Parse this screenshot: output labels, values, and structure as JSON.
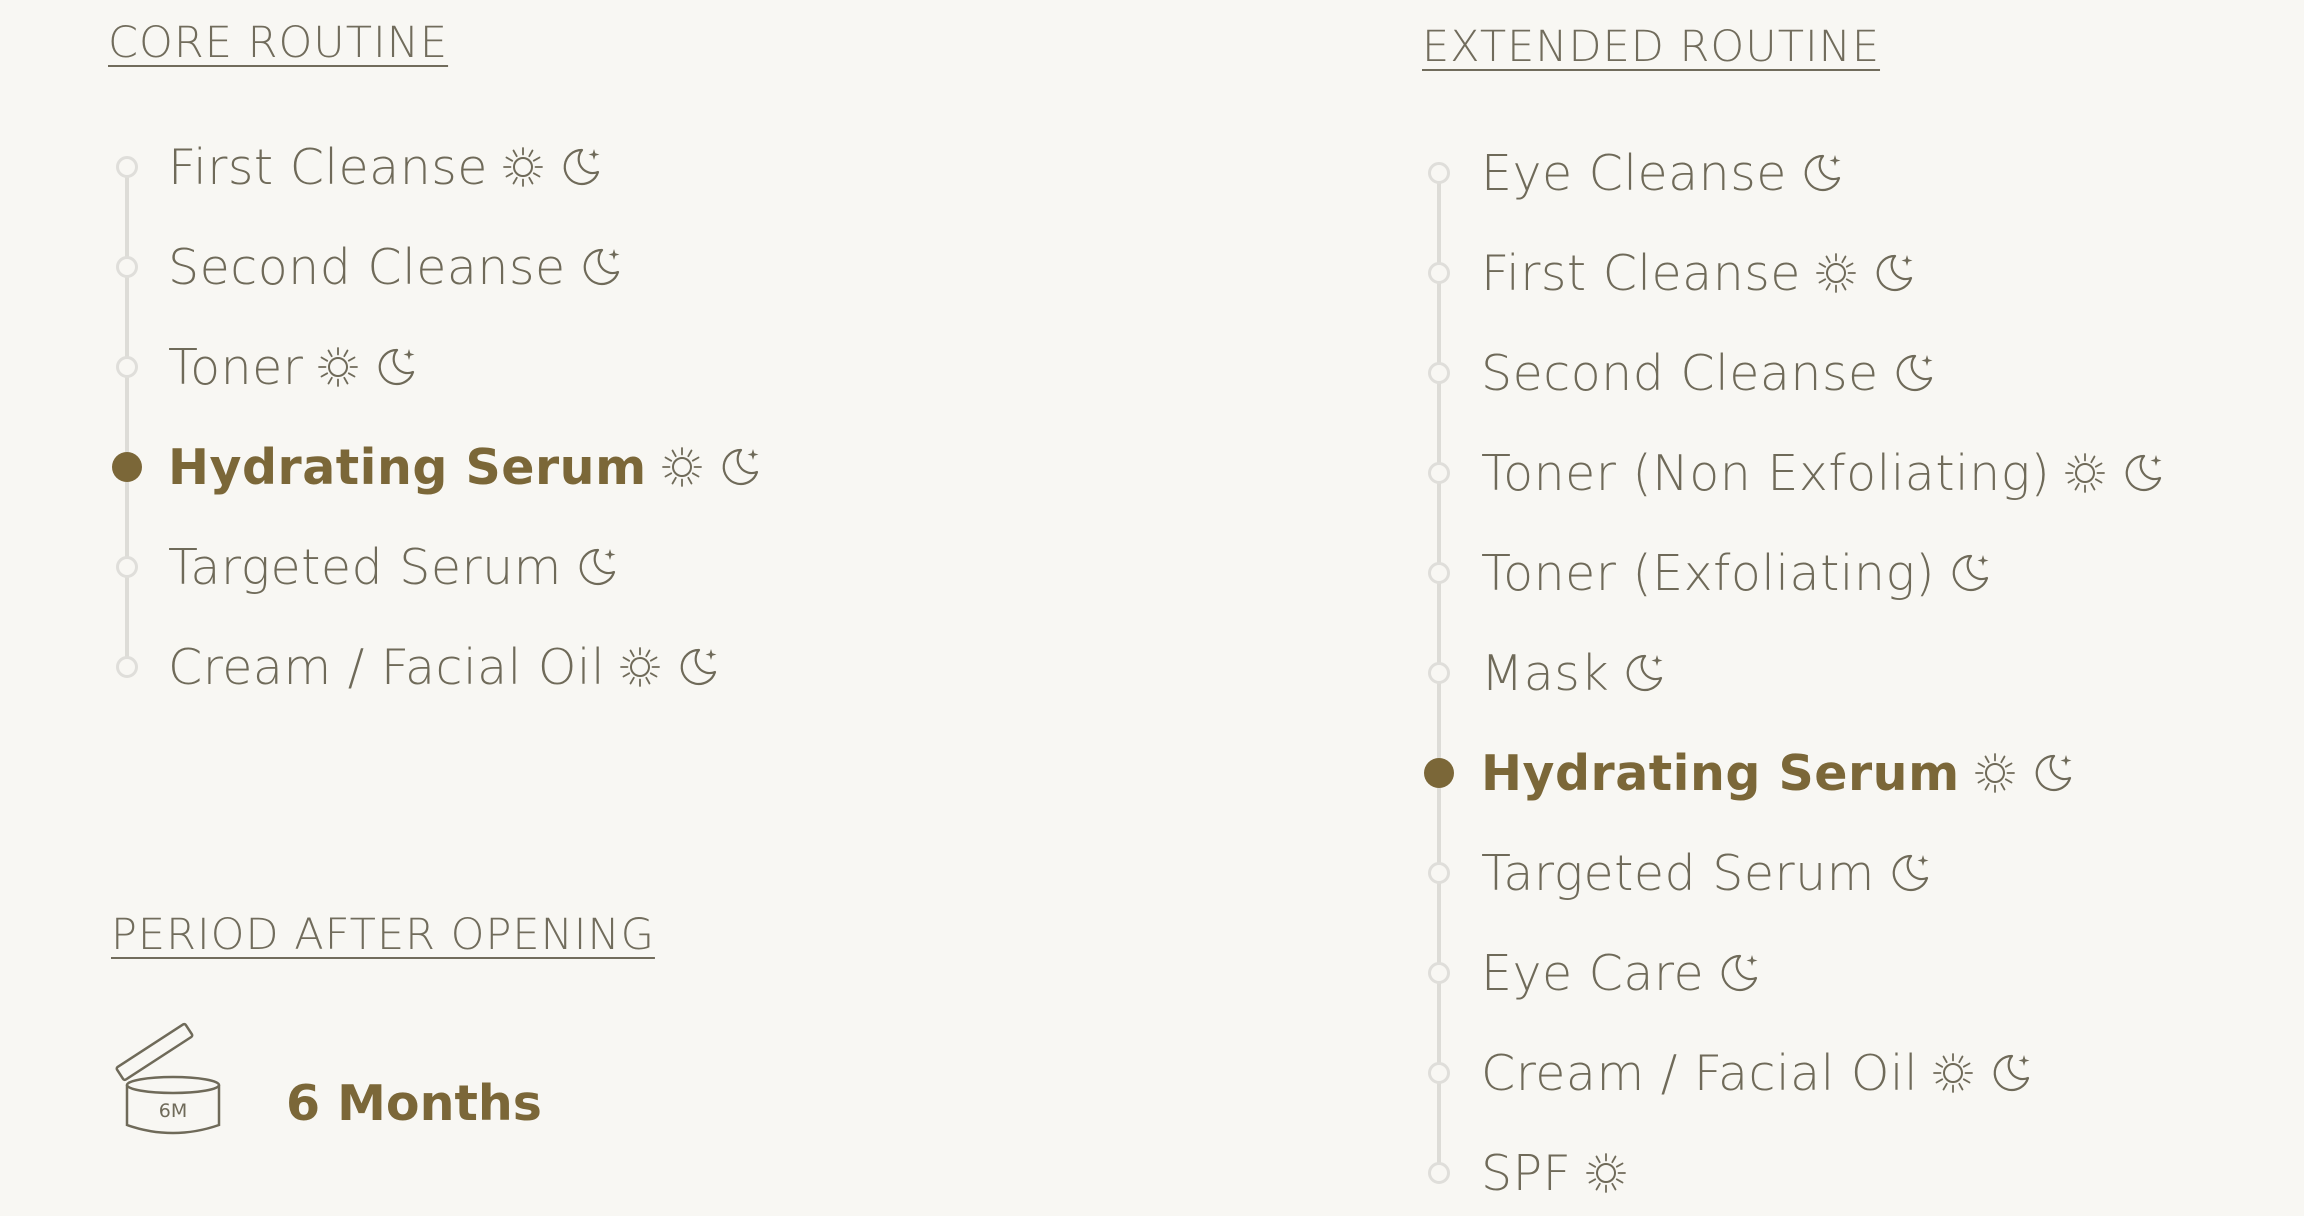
{
  "core_routine": {
    "title": "CORE ROUTINE",
    "steps": [
      {
        "label": "First Cleanse",
        "icons": [
          "sun-icon",
          "moon-icon"
        ],
        "active": false
      },
      {
        "label": "Second Cleanse",
        "icons": [
          "moon-icon"
        ],
        "active": false
      },
      {
        "label": "Toner",
        "icons": [
          "sun-icon",
          "moon-icon"
        ],
        "active": false
      },
      {
        "label": "Hydrating Serum",
        "icons": [
          "sun-icon",
          "moon-icon"
        ],
        "active": true
      },
      {
        "label": "Targeted Serum",
        "icons": [
          "moon-icon"
        ],
        "active": false
      },
      {
        "label": "Cream / Facial Oil",
        "icons": [
          "sun-icon",
          "moon-icon"
        ],
        "active": false
      }
    ]
  },
  "extended_routine": {
    "title": "EXTENDED ROUTINE",
    "steps": [
      {
        "label": "Eye Cleanse",
        "icons": [
          "moon-icon"
        ],
        "active": false
      },
      {
        "label": "First Cleanse",
        "icons": [
          "sun-icon",
          "moon-icon"
        ],
        "active": false
      },
      {
        "label": "Second Cleanse",
        "icons": [
          "moon-icon"
        ],
        "active": false
      },
      {
        "label": "Toner (Non Exfoliating)",
        "icons": [
          "sun-icon",
          "moon-icon"
        ],
        "active": false
      },
      {
        "label": "Toner (Exfoliating)",
        "icons": [
          "moon-icon"
        ],
        "active": false
      },
      {
        "label": "Mask",
        "icons": [
          "moon-icon"
        ],
        "active": false
      },
      {
        "label": "Hydrating Serum",
        "icons": [
          "sun-icon",
          "moon-icon"
        ],
        "active": true
      },
      {
        "label": "Targeted Serum",
        "icons": [
          "moon-icon"
        ],
        "active": false
      },
      {
        "label": "Eye Care",
        "icons": [
          "moon-icon"
        ],
        "active": false
      },
      {
        "label": "Cream / Facial Oil",
        "icons": [
          "sun-icon",
          "moon-icon"
        ],
        "active": false
      },
      {
        "label": "SPF",
        "icons": [
          "sun-icon"
        ],
        "active": false
      }
    ]
  },
  "period_after_opening": {
    "title": "PERIOD AFTER OPENING",
    "jar_label": "6M",
    "value": "6 Months",
    "icon": "open-jar-icon"
  },
  "colors": {
    "background": "#f8f7f3",
    "text": "#6f6a59",
    "accent": "#7b6738",
    "timeline": "#dddcd7"
  }
}
